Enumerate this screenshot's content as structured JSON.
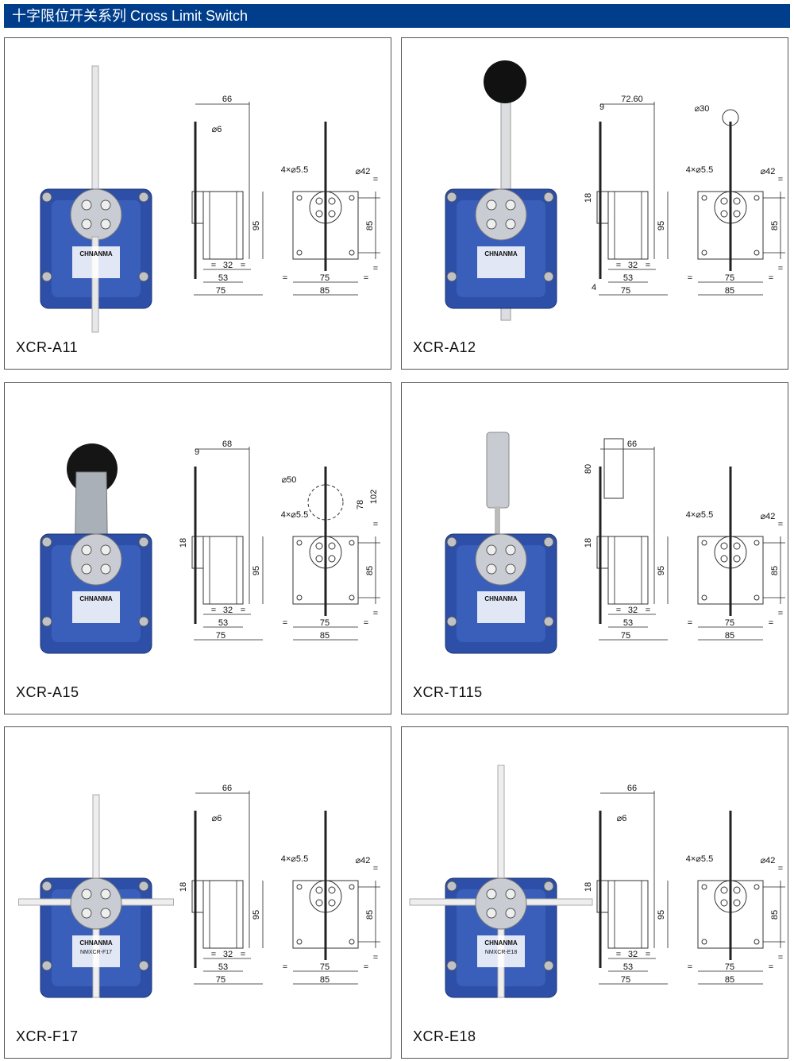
{
  "header": {
    "title": "十字限位开关系列 Cross Limit Switch"
  },
  "colors": {
    "header": "#003e8c",
    "body": "#2d4fa8",
    "metal": "#c9ccd2"
  },
  "brand": "CHNANMA",
  "panels": [
    {
      "model": "XCR-A11",
      "type": "rod",
      "dims": {
        "width": "66",
        "rod": "⌀6",
        "height": "95",
        "mid": "32",
        "inner": "53",
        "outer": "75",
        "holes": "4×⌀5.5",
        "dia": "⌀42",
        "front_h": "85",
        "front_inner": "75",
        "front_outer": "85",
        "eq": "="
      }
    },
    {
      "model": "XCR-A12",
      "type": "wheel",
      "dims": {
        "width": "72.60",
        "offset": "9",
        "offset_v": "18",
        "gap": "4",
        "height": "95",
        "mid": "32",
        "inner": "53",
        "outer": "75",
        "wheel": "⌀30",
        "holes": "4×⌀5.5",
        "dia": "⌀42",
        "front_h": "85",
        "front_inner": "75",
        "front_outer": "85",
        "eq": "="
      }
    },
    {
      "model": "XCR-A15",
      "type": "roller",
      "dims": {
        "width": "68",
        "offset": "9",
        "offset_v": "18",
        "height": "95",
        "mid": "32",
        "inner": "53",
        "outer": "75",
        "wheel": "⌀50",
        "holes": "4×⌀5.5",
        "arm": "78",
        "total": "102",
        "front_h": "85",
        "front_inner": "75",
        "front_outer": "85",
        "eq": "="
      }
    },
    {
      "model": "XCR-T115",
      "type": "cylinder",
      "dims": {
        "width": "66",
        "cyl": "80",
        "offset_v": "18",
        "height": "95",
        "mid": "32",
        "inner": "53",
        "outer": "75",
        "holes": "4×⌀5.5",
        "dia": "⌀42",
        "front_h": "85",
        "front_inner": "75",
        "front_outer": "85",
        "eq": "="
      }
    },
    {
      "model": "XCR-F17",
      "type": "cross",
      "label": "NMXCR-F17",
      "dims": {
        "width": "66",
        "rod": "⌀6",
        "offset_v": "18",
        "height": "95",
        "mid": "32",
        "inner": "53",
        "outer": "75",
        "holes": "4×⌀5.5",
        "dia": "⌀42",
        "front_h": "85",
        "front_inner": "75",
        "front_outer": "85",
        "eq": "="
      }
    },
    {
      "model": "XCR-E18",
      "type": "crossbig",
      "label": "NMXCR-E18",
      "dims": {
        "width": "66",
        "rod": "⌀6",
        "offset_v": "18",
        "height": "95",
        "mid": "32",
        "inner": "53",
        "outer": "75",
        "holes": "4×⌀5.5",
        "dia": "⌀42",
        "front_h": "85",
        "front_inner": "75",
        "front_outer": "85",
        "eq": "="
      }
    }
  ]
}
